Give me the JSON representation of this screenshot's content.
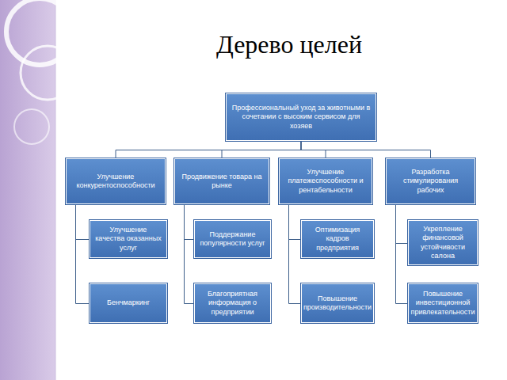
{
  "diagram": {
    "title": "Дерево целей",
    "nodes": [
      {
        "text": [
          "Профессиональный уход за животными в сочетании с высоким сервисом для хозяев"
        ]
      },
      {
        "text": [
          "Улучшение конкурентоспособности"
        ]
      },
      {
        "text": [
          "Продвижение товара на рынке"
        ]
      },
      {
        "text": [
          "Улучшение платежеспособности и рентабельности"
        ]
      },
      {
        "text": [
          "Разработка стимулирования рабочих"
        ]
      },
      {
        "text": [
          "Улучшение качества оказанных услуг"
        ]
      },
      {
        "text": [
          "Бенчмаркинг"
        ]
      },
      {
        "text": [
          "Поддержание популярности услуг"
        ]
      },
      {
        "text": [
          "Благоприятная информация о предприятии"
        ]
      },
      {
        "text": [
          "Оптимизация кадров предприятия"
        ]
      },
      {
        "text": [
          "Повышение производительности"
        ]
      },
      {
        "text": [
          "Укрепление финансовой устойчивости салона"
        ]
      },
      {
        "text": [
          "Повышение инвестиционной привлекательности"
        ]
      }
    ],
    "edges": [
      {
        "from": 0,
        "to": 1,
        "arrow": "none"
      },
      {
        "from": 0,
        "to": 2,
        "arrow": "none"
      },
      {
        "from": 0,
        "to": 3,
        "arrow": "none"
      },
      {
        "from": 0,
        "to": 4,
        "arrow": "none"
      },
      {
        "from": 1,
        "to": 5,
        "arrow": "none"
      },
      {
        "from": 1,
        "to": 6,
        "arrow": "none"
      },
      {
        "from": 2,
        "to": 7,
        "arrow": "none"
      },
      {
        "from": 2,
        "to": 8,
        "arrow": "none"
      },
      {
        "from": 3,
        "to": 9,
        "arrow": "none"
      },
      {
        "from": 3,
        "to": 10,
        "arrow": "none"
      },
      {
        "from": 4,
        "to": 11,
        "arrow": "none"
      },
      {
        "from": 4,
        "to": 12,
        "arrow": "none"
      }
    ]
  }
}
